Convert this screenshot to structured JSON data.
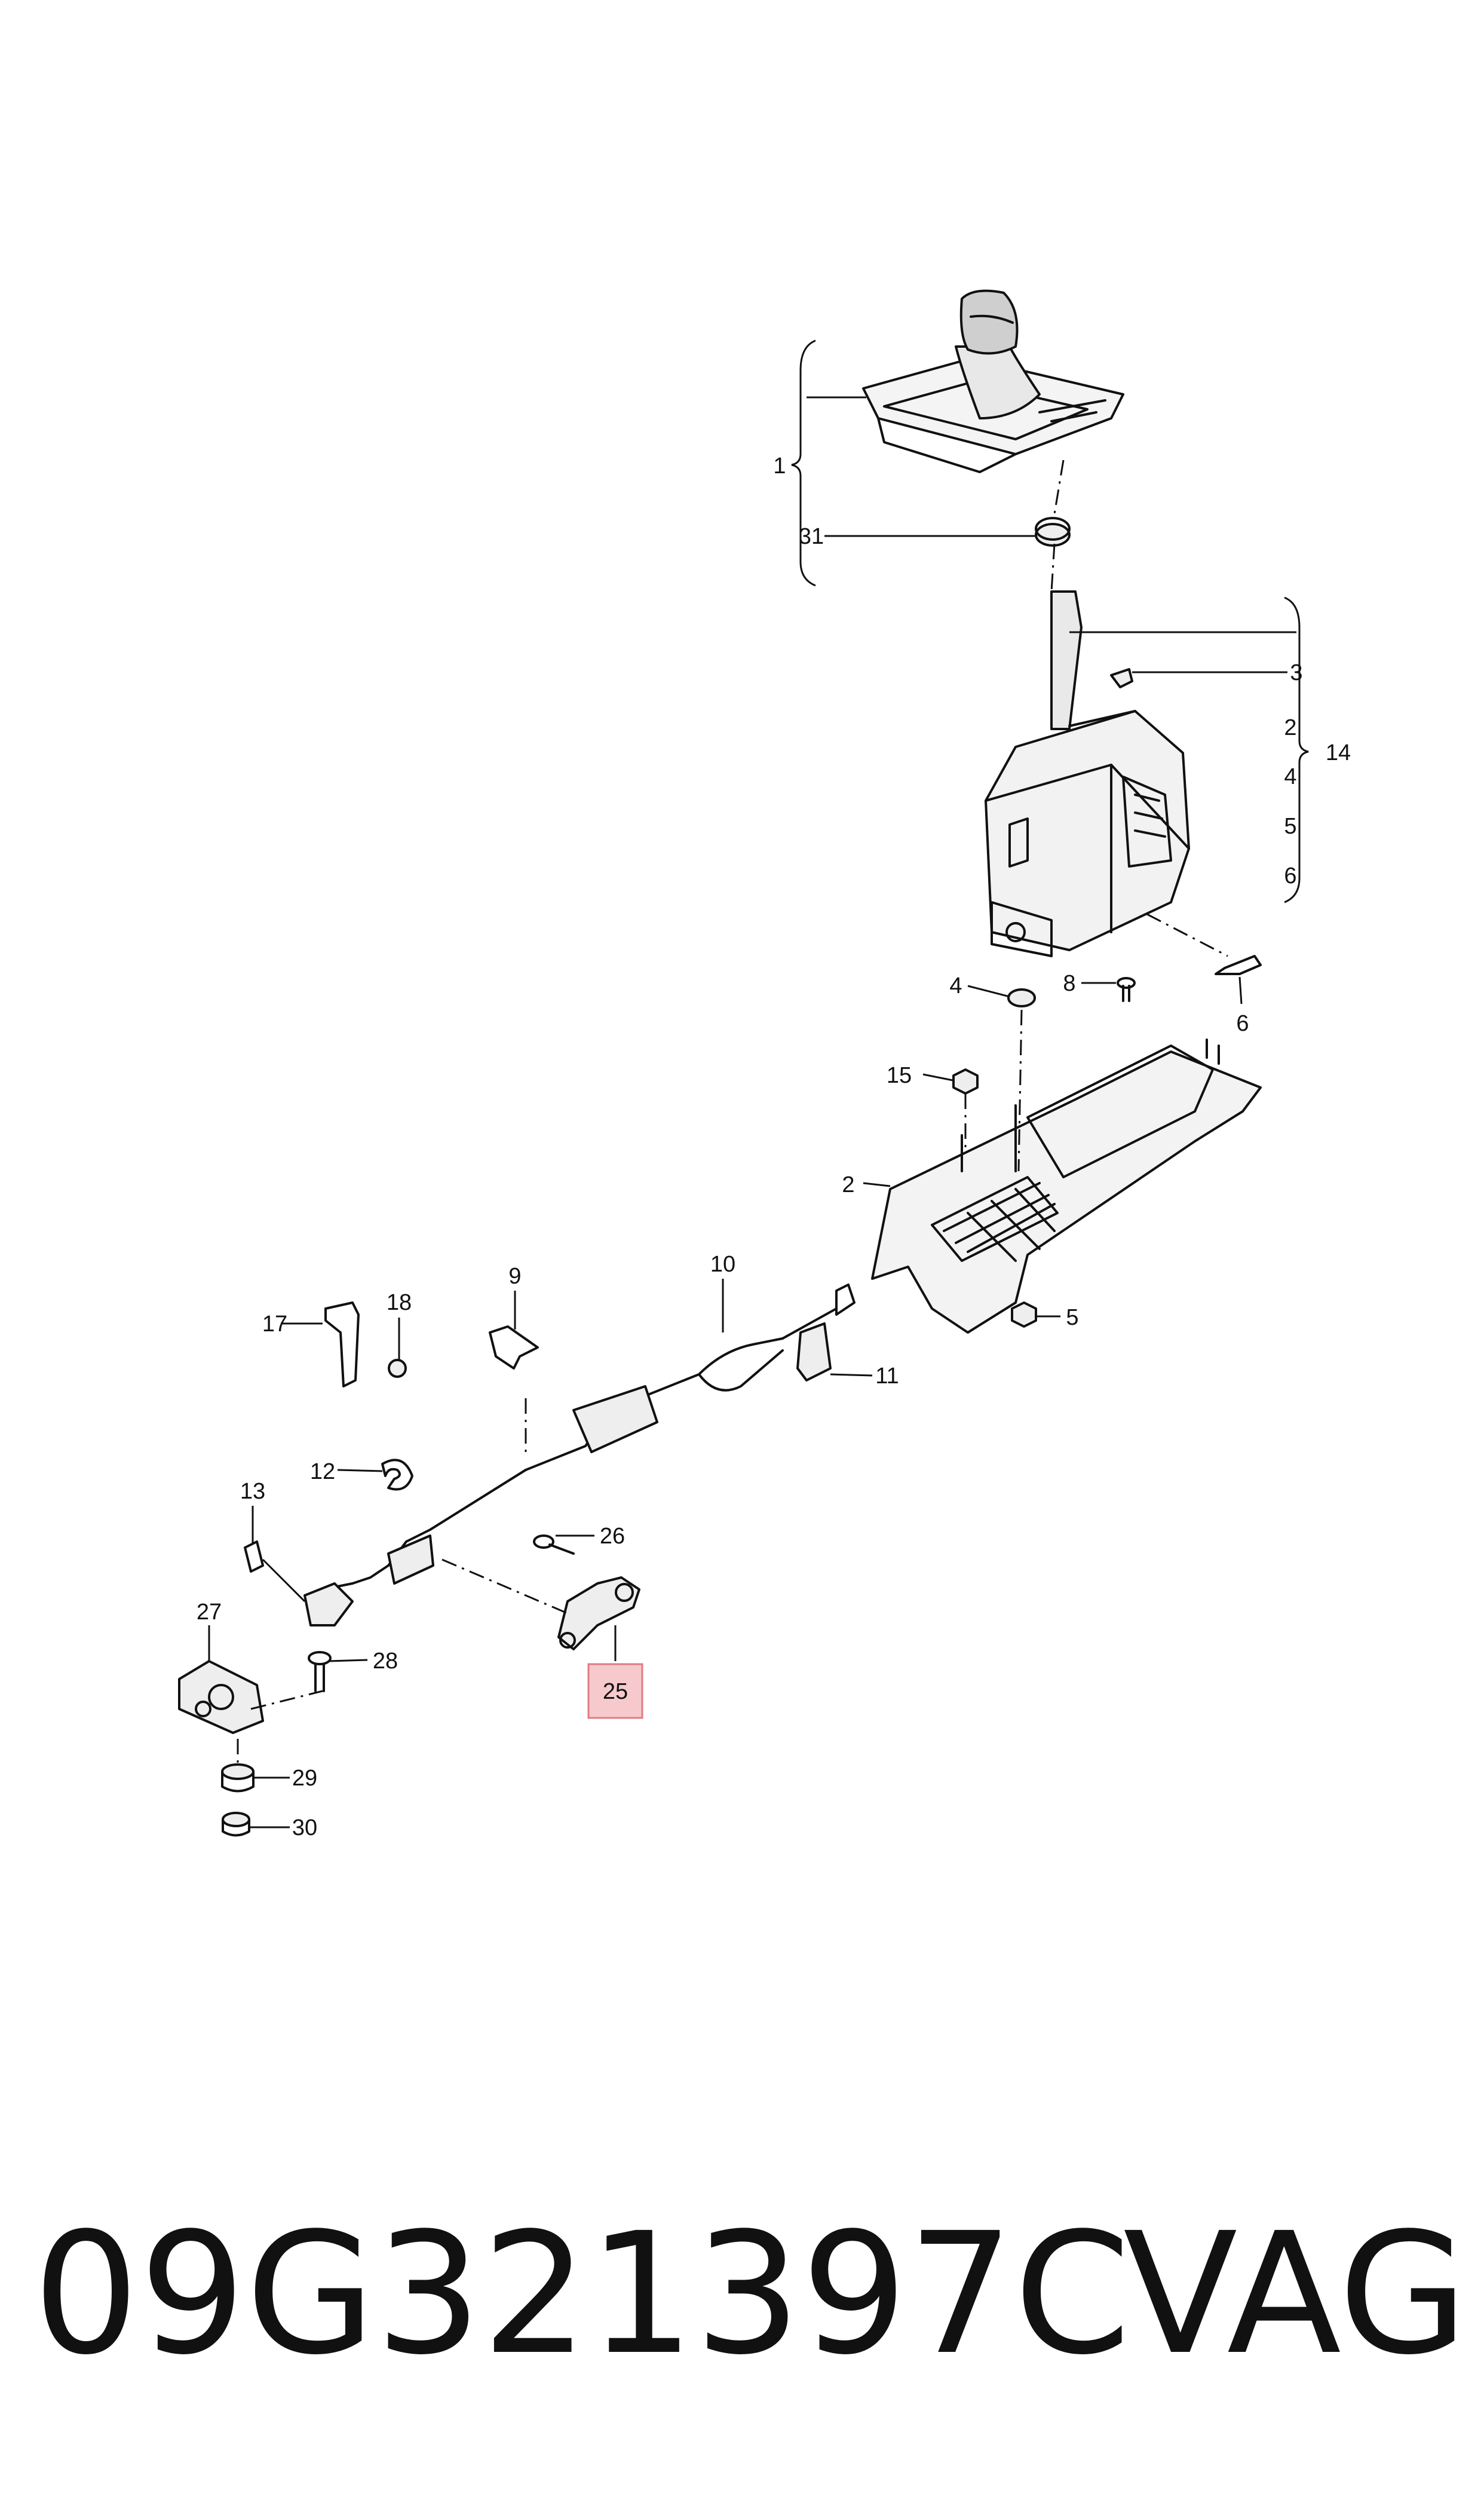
{
  "diagram": {
    "highlight_color": "#f6c9cc",
    "highlight_border": "#e07c83",
    "line_color": "#111111",
    "callouts": {
      "c1": "1",
      "c2a": "2",
      "c2b": "2",
      "c3": "3",
      "c4a": "4",
      "c4b": "4",
      "c5a": "5",
      "c5b": "5",
      "c6a": "6",
      "c6b": "6",
      "c8": "8",
      "c9": "9",
      "c10": "10",
      "c11": "11",
      "c12": "12",
      "c13": "13",
      "c14": "14",
      "c15": "15",
      "c17": "17",
      "c18": "18",
      "c25": "25",
      "c26": "26",
      "c27": "27",
      "c28": "28",
      "c29": "29",
      "c30": "30",
      "c31": "31"
    }
  },
  "footer": {
    "part_number": "09G321397C",
    "brand": "VAG"
  }
}
